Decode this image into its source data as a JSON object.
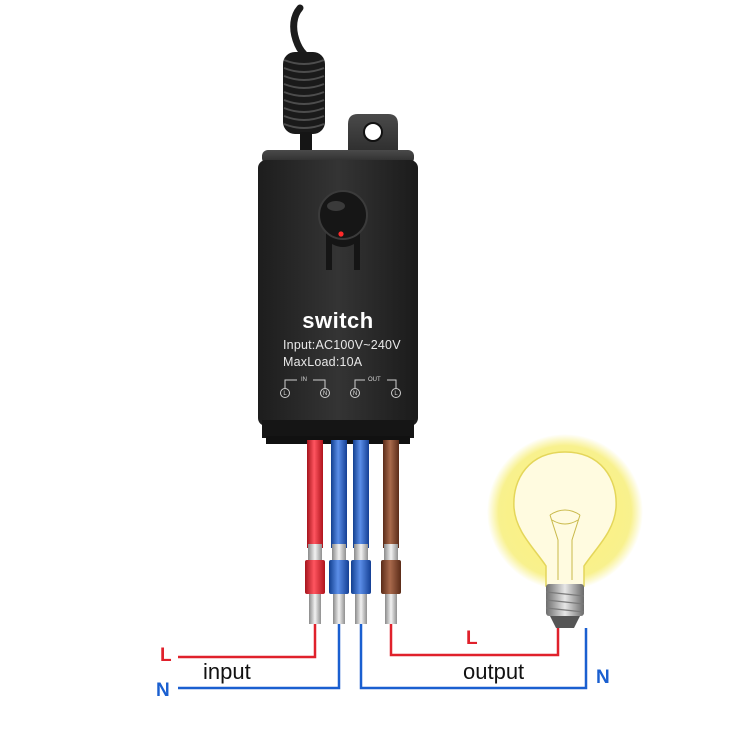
{
  "device": {
    "title": "switch",
    "spec_input": "Input:AC100V~240V",
    "spec_load": "MaxLoad:10A",
    "terminal_groups": {
      "in": "IN",
      "out": "OUT"
    },
    "terminals": [
      "L",
      "N",
      "N",
      "L"
    ]
  },
  "wiring": {
    "input_label": "input",
    "output_label": "output",
    "left_L": "L",
    "left_N": "N",
    "right_L": "L",
    "right_N": "N"
  },
  "colors": {
    "live": "#e0212b",
    "neutral": "#1a5fd0",
    "brown": "#8a4a2c",
    "housing": "#2a2a2a",
    "bulb_glow": "#f7ec6a"
  },
  "icons": [
    "antenna-icon",
    "light-bulb-icon",
    "button-icon",
    "led-icon"
  ]
}
